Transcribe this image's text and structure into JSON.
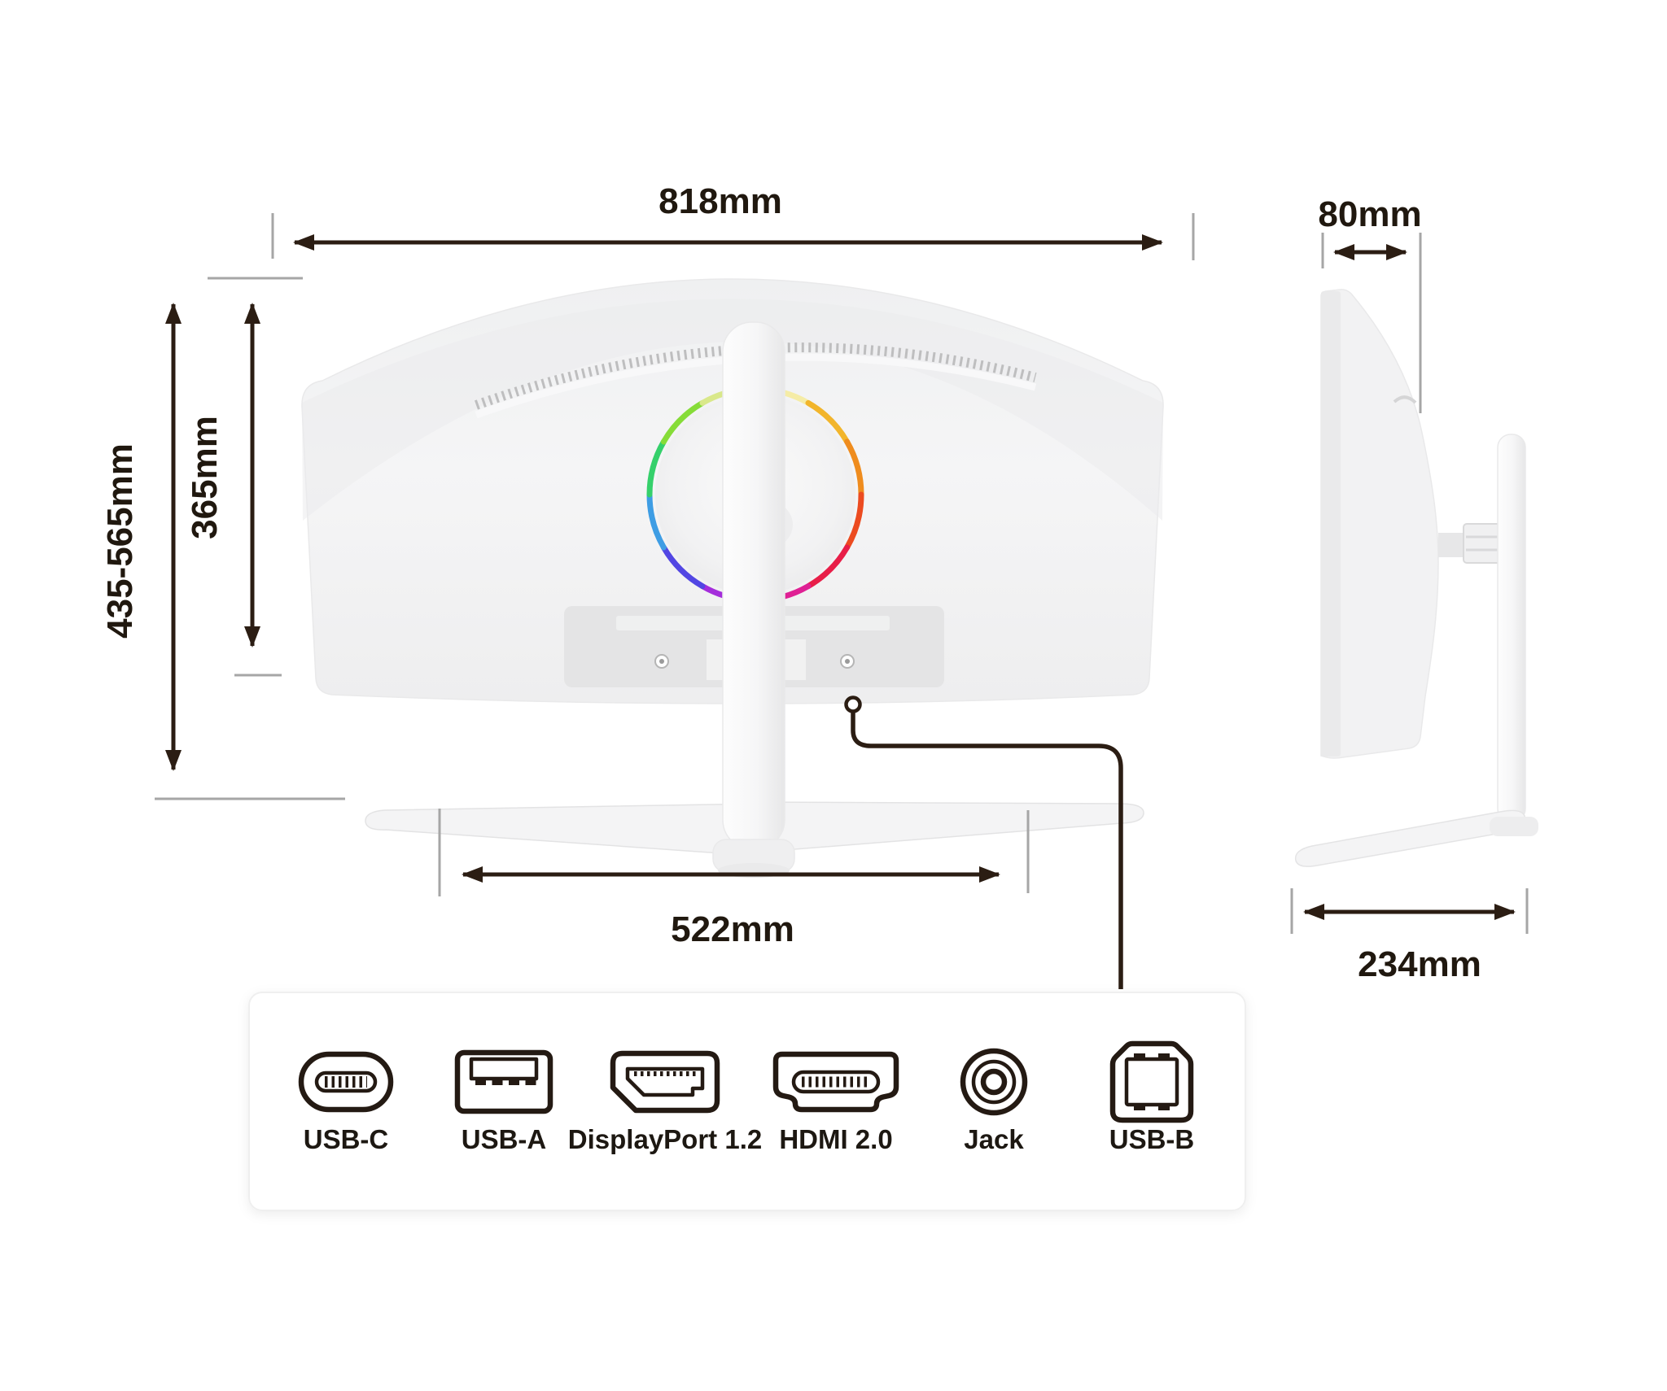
{
  "diagram": {
    "back_view": {
      "width_label": "818mm",
      "height_range_label": "435-565mm",
      "panel_height_label": "365mm",
      "stand_width_label": "522mm"
    },
    "side_view": {
      "depth_label": "80mm",
      "base_depth_label": "234mm"
    },
    "ports_panel": {
      "items": [
        {
          "label": "USB-C",
          "icon": "usb-c-icon"
        },
        {
          "label": "USB-A",
          "icon": "usb-a-icon"
        },
        {
          "label": "DisplayPort 1.2",
          "icon": "displayport-icon"
        },
        {
          "label": "HDMI 2.0",
          "icon": "hdmi-icon"
        },
        {
          "label": "Jack",
          "icon": "audio-jack-icon"
        },
        {
          "label": "USB-B",
          "icon": "usb-b-icon"
        }
      ]
    },
    "colors": {
      "dimension_line": "#2b1d13",
      "extension_line": "#a6a6a6",
      "monitor_body": "#f2f2f3",
      "rgb_ring": [
        "#f5eca6",
        "#f2b52b",
        "#ef8c1e",
        "#ec4b20",
        "#e81e48",
        "#df2094",
        "#a42ddb",
        "#5246e3",
        "#3e9de4",
        "#35d06b",
        "#86dc38",
        "#d9e88a"
      ]
    }
  }
}
